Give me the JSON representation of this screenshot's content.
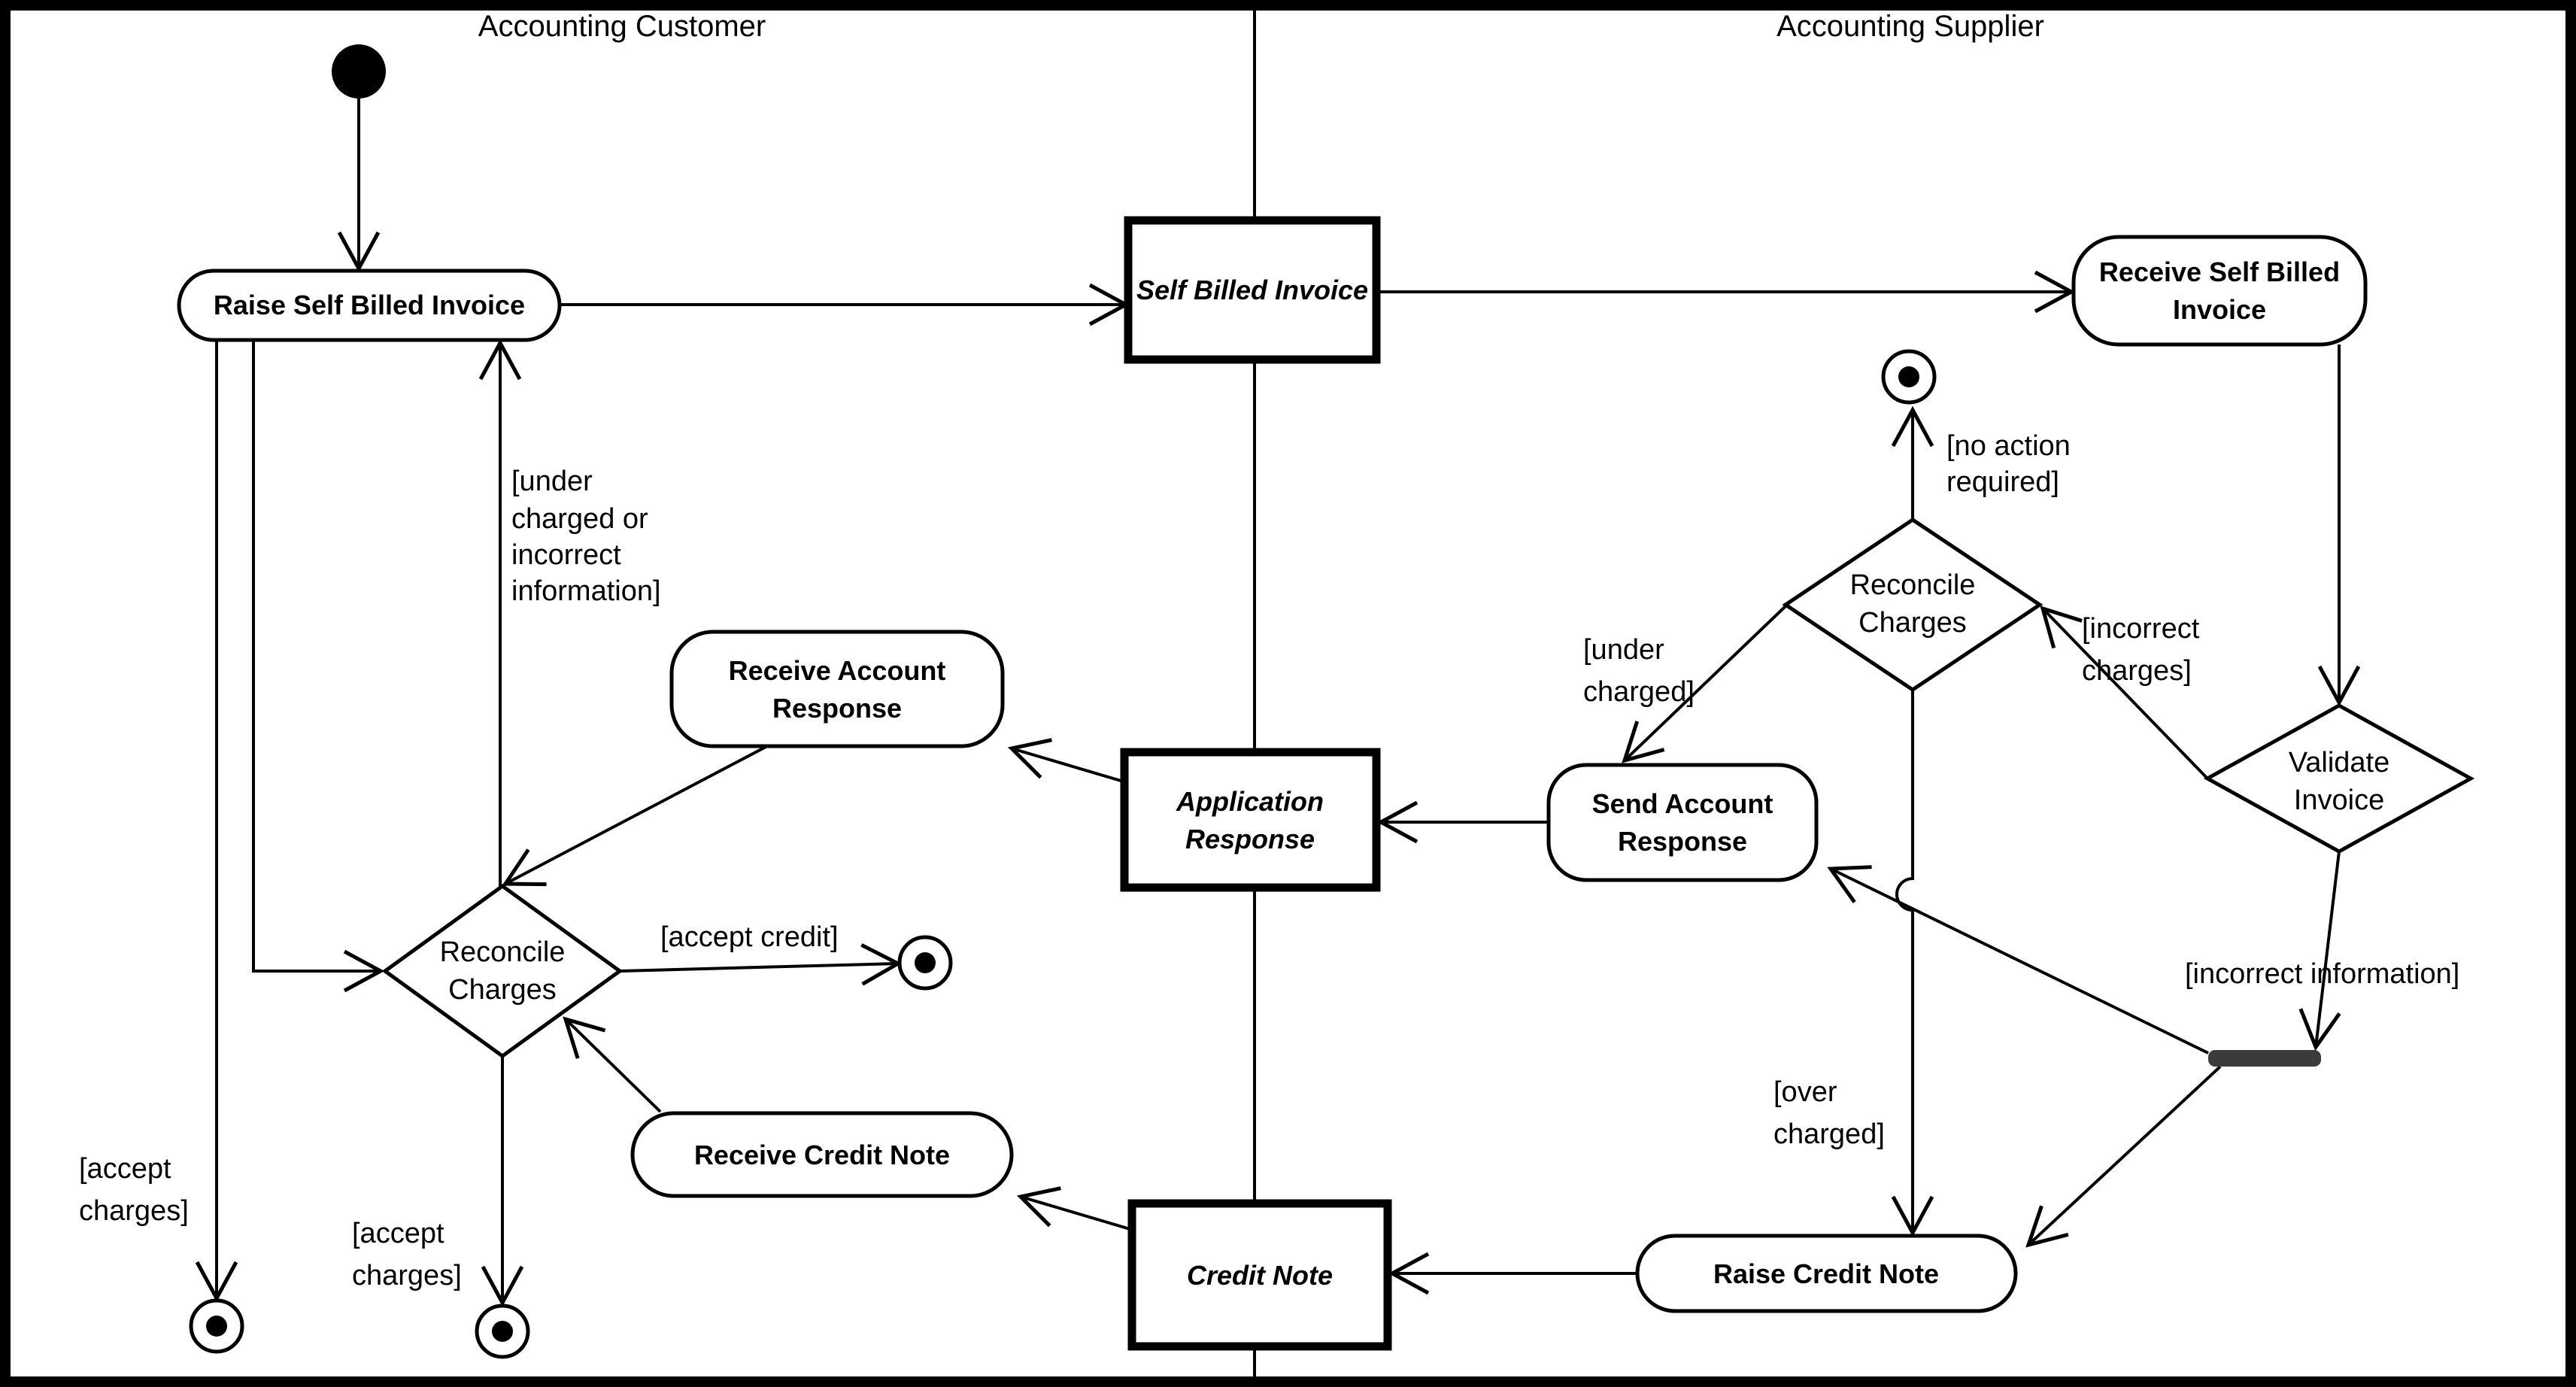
{
  "titles": {
    "customer": "Accounting Customer",
    "supplier": "Accounting Supplier"
  },
  "activities": {
    "raise_sbi": {
      "label": "Raise Self Billed Invoice"
    },
    "receive_sbi": {
      "line1": "Receive Self Billed",
      "line2": "Invoice"
    },
    "receive_account_response": {
      "line1": "Receive Account",
      "line2": "Response"
    },
    "send_account_response": {
      "line1": "Send Account",
      "line2": "Response"
    },
    "receive_credit_note": {
      "label": "Receive Credit Note"
    },
    "raise_credit_note": {
      "label": "Raise Credit Note"
    }
  },
  "objects": {
    "self_billed_invoice": {
      "label": "Self Billed Invoice"
    },
    "application_response": {
      "line1": "Application",
      "line2": "Response"
    },
    "credit_note": {
      "label": "Credit Note"
    }
  },
  "decisions": {
    "reconcile_charges_customer": {
      "line1": "Reconcile",
      "line2": "Charges"
    },
    "reconcile_charges_supplier": {
      "line1": "Reconcile",
      "line2": "Charges"
    },
    "validate_invoice": {
      "line1": "Validate",
      "line2": "Invoice"
    }
  },
  "guards": {
    "under_charged_or_incorrect": {
      "line1": "[under",
      "line2": "charged or",
      "line3": "incorrect",
      "line4": "information]"
    },
    "accept_credit": {
      "label": "[accept credit]"
    },
    "accept_charges_left": {
      "line1": "[accept",
      "line2": "charges]"
    },
    "accept_charges_right": {
      "line1": "[accept",
      "line2": "charges]"
    },
    "no_action_required": {
      "line1": "[no action",
      "line2": "required]"
    },
    "incorrect_charges": {
      "line1": "[incorrect",
      "line2": "charges]"
    },
    "under_charged": {
      "line1": "[under",
      "line2": "charged]"
    },
    "over_charged": {
      "line1": "[over",
      "line2": "charged]"
    },
    "incorrect_information": {
      "label": "[incorrect information]"
    }
  },
  "colors": {
    "ink": "#000000",
    "background": "#ffffff",
    "join_bar": "#3b3b3b"
  }
}
